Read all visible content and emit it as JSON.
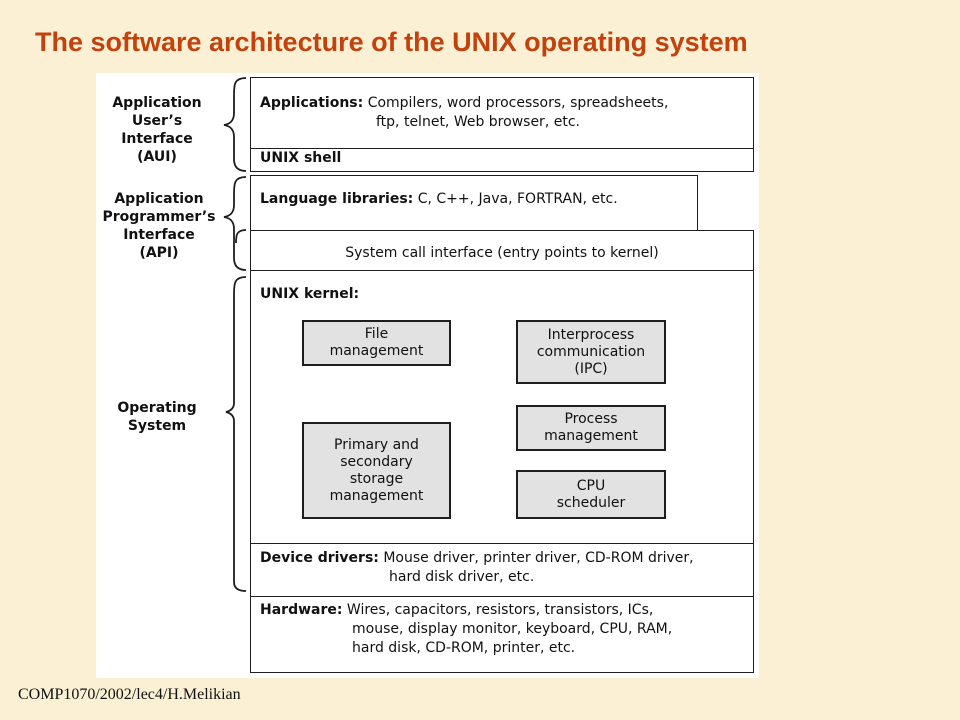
{
  "title": "The software architecture of the UNIX operating system",
  "footer": "COMP1070/2002/lec4/H.Melikian",
  "side_labels": {
    "aui": "Application\nUser’s\nInterface\n(AUI)",
    "api": "Application\nProgrammer’s\nInterface\n(API)",
    "os": "Operating\nSystem"
  },
  "layers": {
    "applications": {
      "label": "Applications:",
      "text": "Compilers, word processors, spreadsheets,",
      "text2": "ftp, telnet, Web browser, etc."
    },
    "unix_shell": {
      "label": "UNIX shell"
    },
    "language_libraries": {
      "label": "Language libraries:",
      "text": "C, C++, Java, FORTRAN, etc."
    },
    "system_call_interface": {
      "text": "System call interface (entry points to kernel)"
    },
    "unix_kernel": {
      "label": "UNIX kernel:",
      "modules": {
        "file_management": "File\nmanagement",
        "ipc": "Interprocess\ncommunication\n(IPC)",
        "process_management": "Process\nmanagement",
        "storage_management": "Primary and\nsecondary\nstorage\nmanagement",
        "cpu_scheduler": "CPU\nscheduler"
      }
    },
    "device_drivers": {
      "label": "Device drivers:",
      "text": "Mouse driver, printer driver, CD-ROM driver,",
      "text2": "hard disk driver, etc."
    },
    "hardware": {
      "label": "Hardware:",
      "text": "Wires, capacitors, resistors, transistors, ICs,",
      "text2": "mouse, display monitor, keyboard, CPU, RAM,",
      "text3": "hard disk, CD-ROM, printer, etc."
    }
  }
}
